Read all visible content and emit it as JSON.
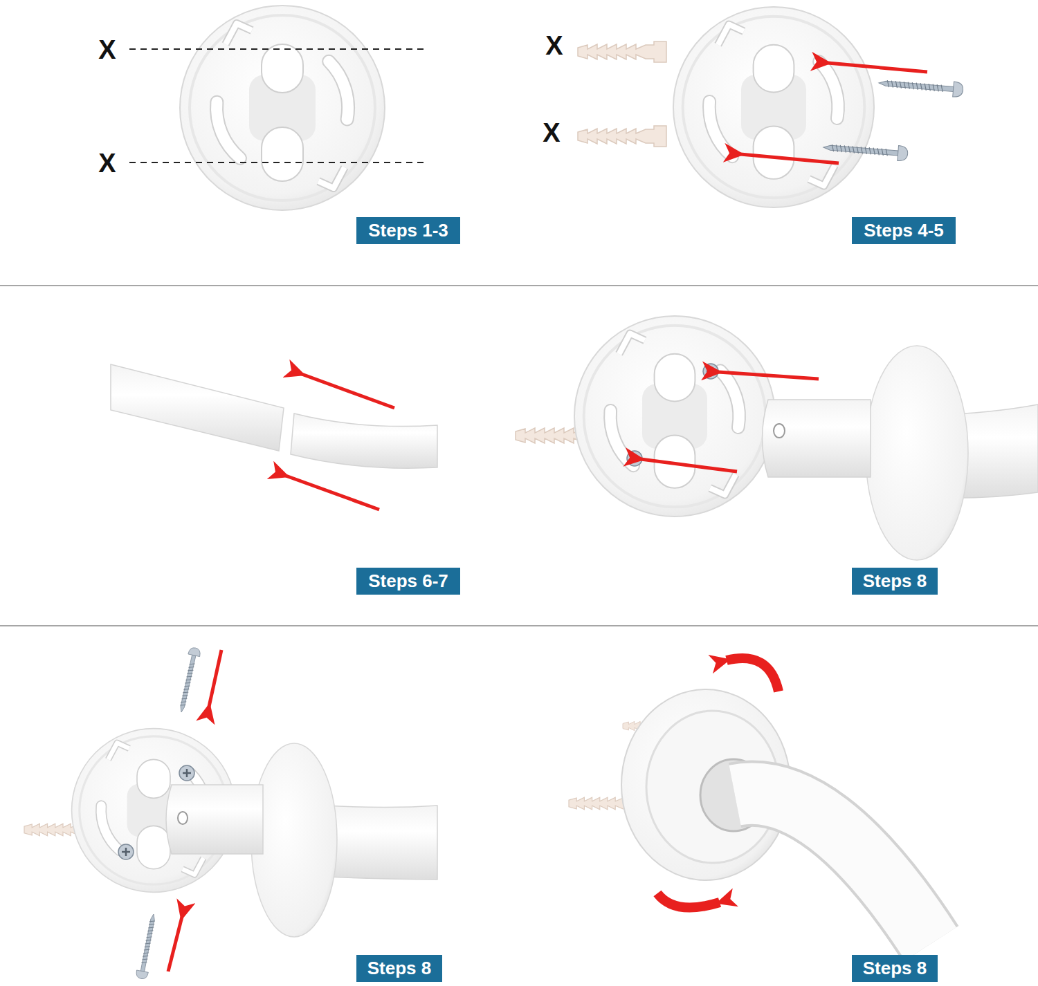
{
  "diagram": {
    "nodes": [
      {
        "text": [
          "Steps 1-3"
        ]
      },
      {
        "text": [
          "Steps 4-5"
        ]
      },
      {
        "text": [
          "Steps 6-7"
        ]
      },
      {
        "text": [
          "Steps 8"
        ]
      },
      {
        "text": [
          "Steps 8"
        ]
      },
      {
        "text": [
          "Steps 8"
        ]
      }
    ],
    "labels": [
      "X",
      "X",
      "X",
      "X"
    ]
  }
}
